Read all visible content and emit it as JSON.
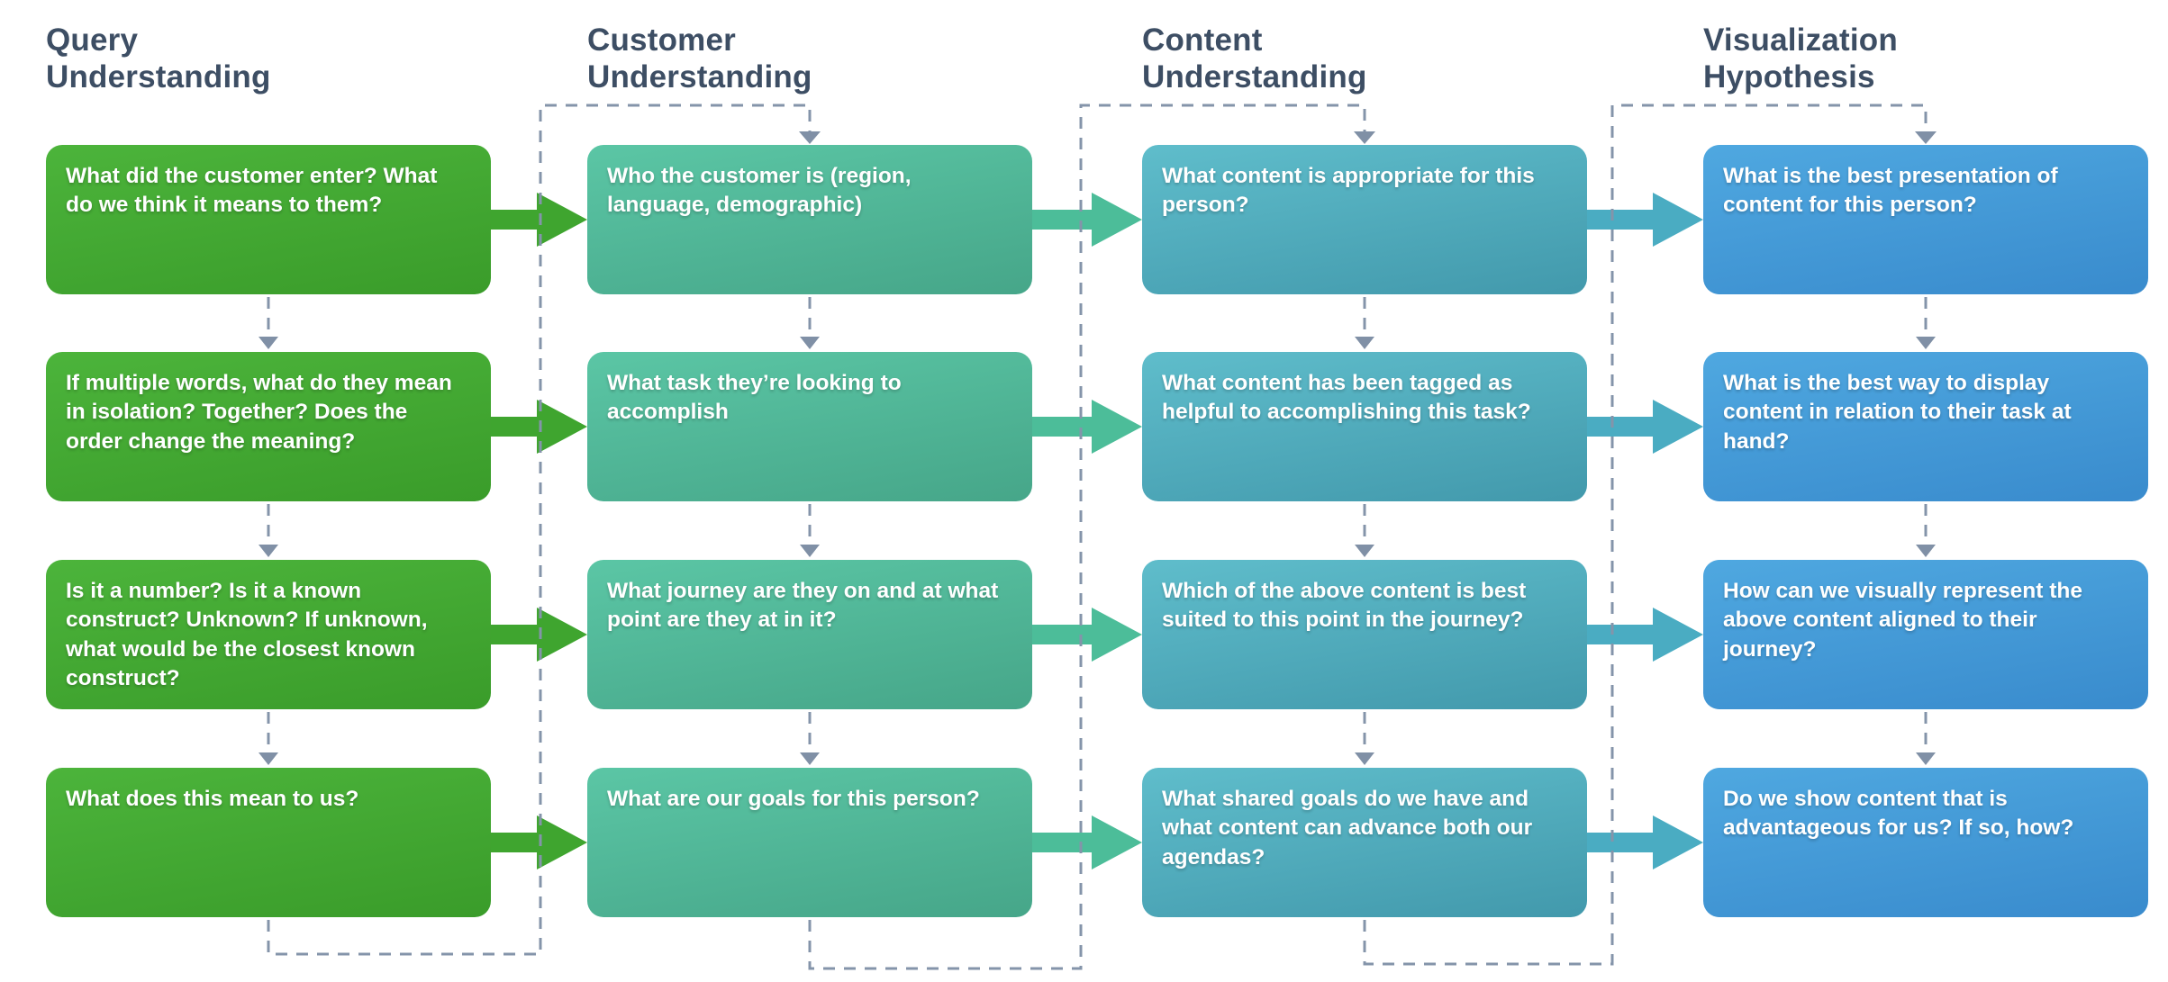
{
  "columns": [
    {
      "id": "query-understanding",
      "title": "Query\nUnderstanding",
      "colors": {
        "top": "#4cb43b",
        "bottom": "#3a9c2a",
        "arrow": "#3fa52f"
      },
      "boxes": [
        "What did the customer enter? What do we think it means to them?",
        "If multiple words, what do they mean in isolation? Together? Does the order change the meaning?",
        "Is it a number? Is it a known construct? Unknown? If unknown, what would be the closest known construct?",
        "What does this mean to us?"
      ]
    },
    {
      "id": "customer-understanding",
      "title": "Customer\nUnderstanding",
      "colors": {
        "top": "#5bc6a5",
        "bottom": "#46a689",
        "arrow": "#4cbd99"
      },
      "boxes": [
        "Who the customer is (region, language, demographic)",
        "What task they’re looking to accomplish",
        "What journey are they on and at what point are they at in it?",
        "What are our goals for this person?"
      ]
    },
    {
      "id": "content-understanding",
      "title": "Content\nUnderstanding",
      "colors": {
        "top": "#5fbdcb",
        "bottom": "#4299ac",
        "arrow": "#4aacc2"
      },
      "boxes": [
        "What content is appropriate for this person?",
        "What content has been tagged as helpful to accomplishing this task?",
        "Which of the above content is best suited to this point in the journey?",
        "What shared goals do we have and what content can advance both our agendas?"
      ]
    },
    {
      "id": "visualization-hypothesis",
      "title": "Visualization\nHypothesis",
      "colors": {
        "top": "#4fa8e0",
        "bottom": "#398bcd",
        "arrow": null
      },
      "boxes": [
        "What is the best presentation of content for this person?",
        "What is the best way to display content in relation to their task at hand?",
        "How can we visually represent the above content aligned to their journey?",
        "Do we show content that is advantageous for us? If so, how?"
      ]
    }
  ],
  "connectors": {
    "dash_color": "#8494aa",
    "arrowhead_color": "#8090a6"
  },
  "header_text_color": "#3d4e64"
}
